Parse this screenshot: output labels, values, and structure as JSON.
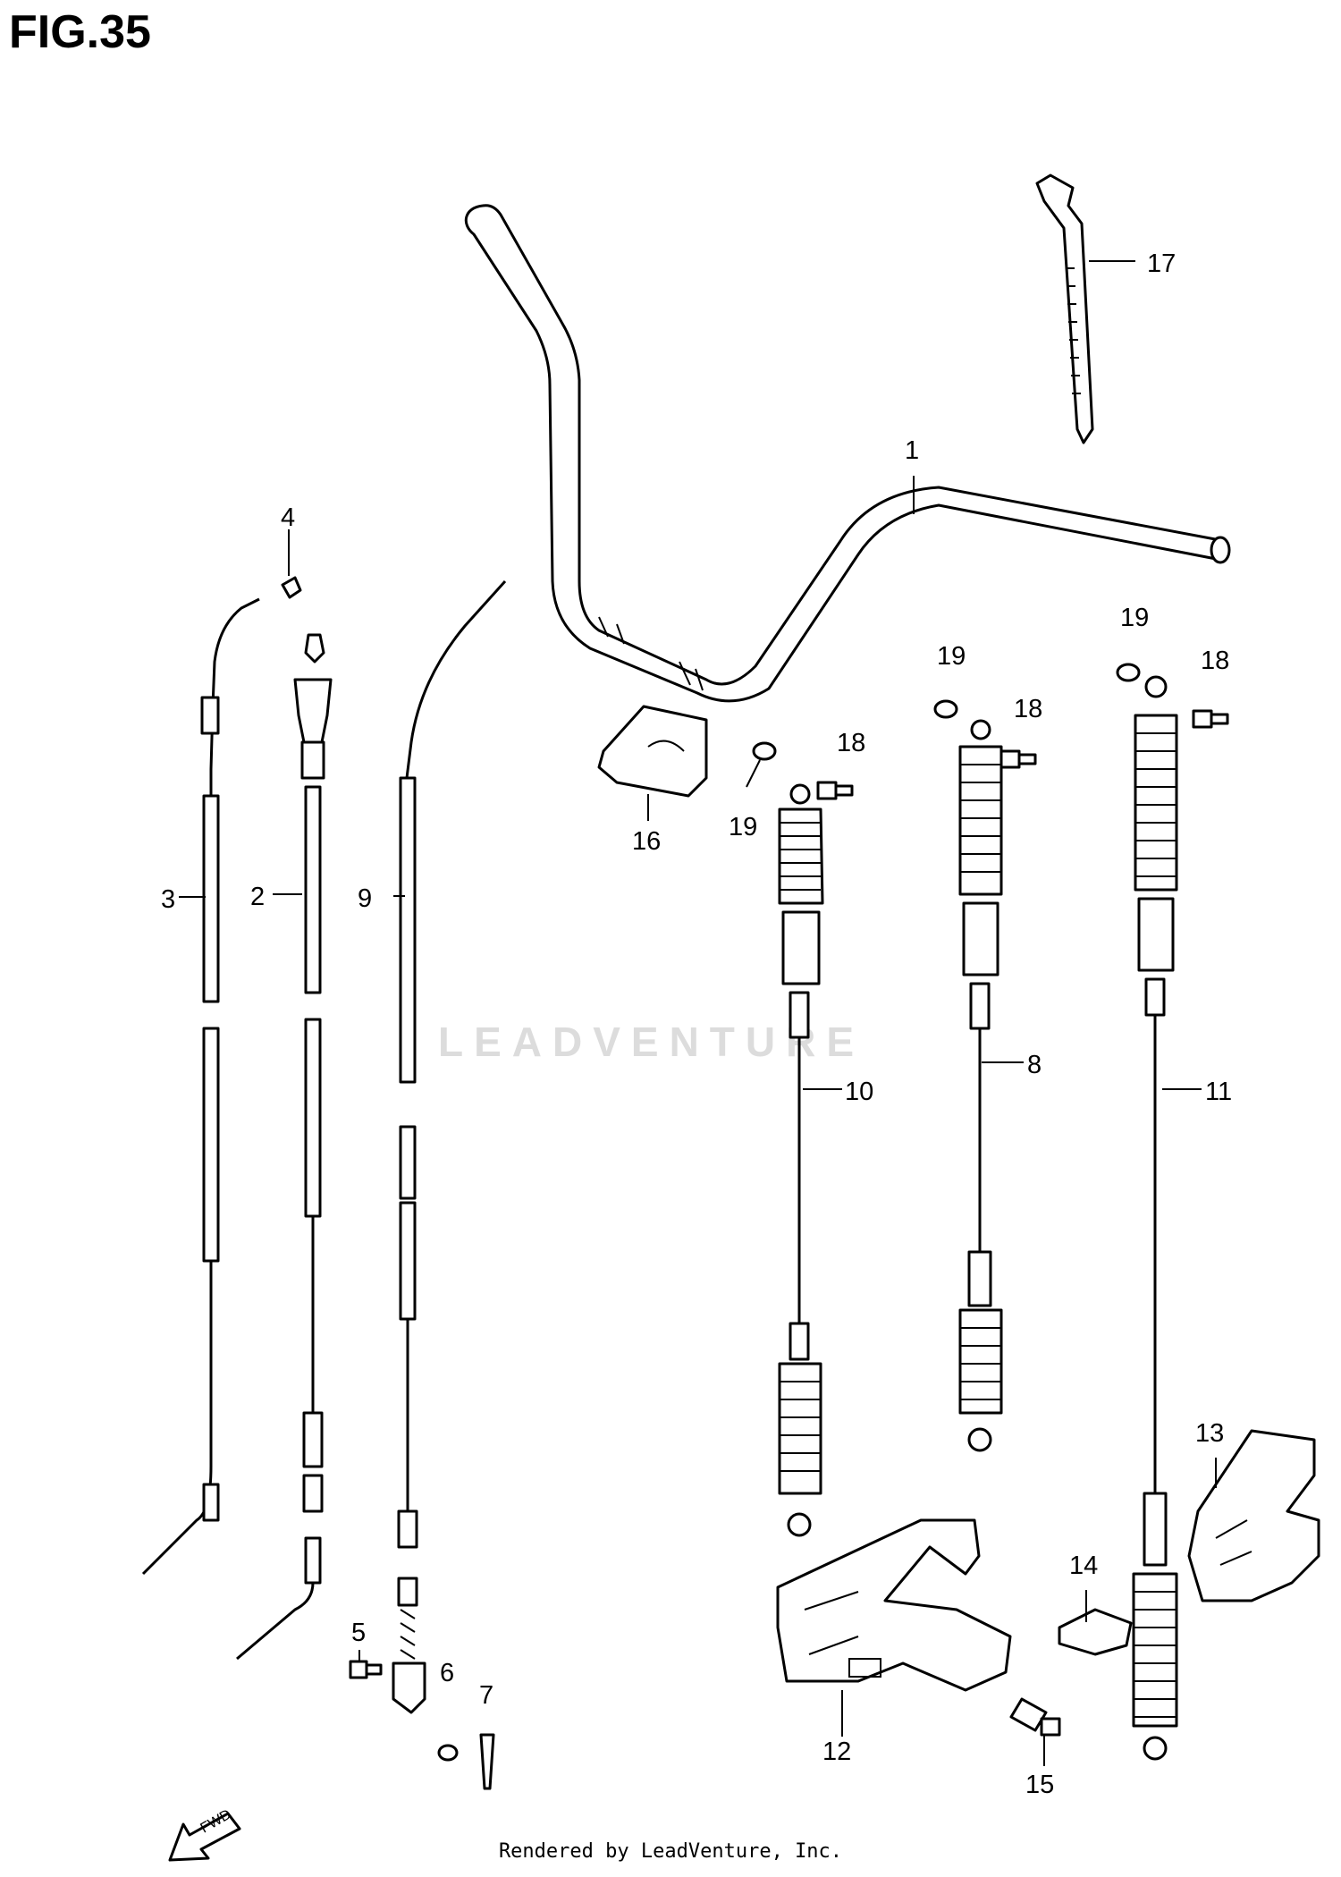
{
  "title": "FIG.35",
  "footer": "Rendered by LeadVenture, Inc.",
  "watermark": "LEADVENTURE",
  "fwd_label": "FWD",
  "callouts": [
    {
      "id": "1",
      "label": "1"
    },
    {
      "id": "2",
      "label": "2"
    },
    {
      "id": "3",
      "label": "3"
    },
    {
      "id": "4",
      "label": "4"
    },
    {
      "id": "5",
      "label": "5"
    },
    {
      "id": "6",
      "label": "6"
    },
    {
      "id": "7",
      "label": "7"
    },
    {
      "id": "8",
      "label": "8"
    },
    {
      "id": "9",
      "label": "9"
    },
    {
      "id": "10",
      "label": "10"
    },
    {
      "id": "11",
      "label": "11"
    },
    {
      "id": "12",
      "label": "12"
    },
    {
      "id": "13",
      "label": "13"
    },
    {
      "id": "14",
      "label": "14"
    },
    {
      "id": "15",
      "label": "15"
    },
    {
      "id": "16",
      "label": "16"
    },
    {
      "id": "17",
      "label": "17"
    },
    {
      "id": "18a",
      "label": "18"
    },
    {
      "id": "18b",
      "label": "18"
    },
    {
      "id": "18c",
      "label": "18"
    },
    {
      "id": "19a",
      "label": "19"
    },
    {
      "id": "19b",
      "label": "19"
    },
    {
      "id": "19c",
      "label": "19"
    }
  ]
}
